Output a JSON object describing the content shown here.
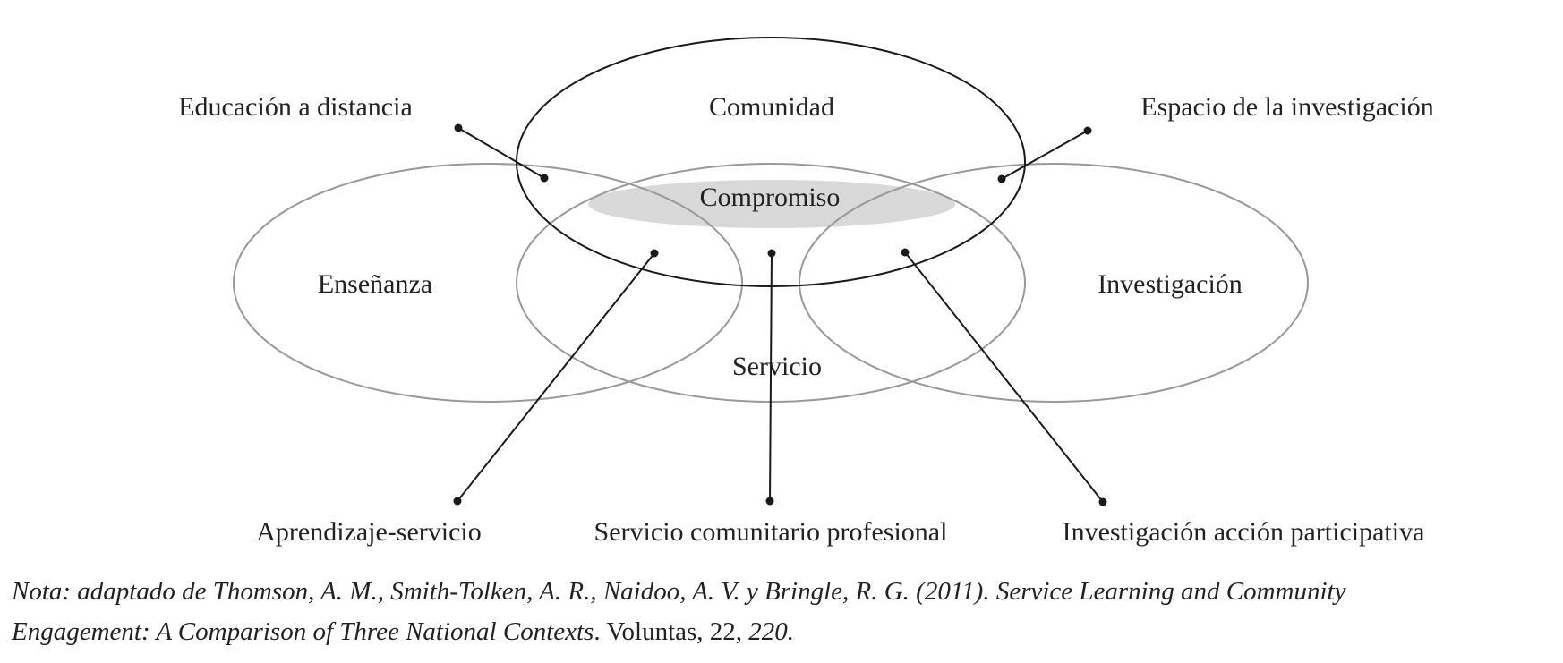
{
  "diagram": {
    "circles": {
      "top": "Comunidad",
      "left": "Enseñanza",
      "center": "Servicio",
      "right": "Investigación",
      "core": "Compromiso"
    },
    "callouts": {
      "top_left": "Educación a distancia",
      "top_right": "Espacio de la investigación",
      "bottom_left": "Aprendizaje-servicio",
      "bottom_center": "Servicio comunitario profesional",
      "bottom_right": "Investigación acción participativa"
    },
    "colors": {
      "outline_dark": "#1a1a1a",
      "outline_gray": "#999999",
      "core_fill": "#d9d9d9"
    }
  },
  "note": {
    "line1": "Nota: adaptado de Thomson, A. M., Smith-Tolken, A. R., Naidoo, A. V. y Bringle, R. G. (2011). Service Learning and Community",
    "line2_italic": "Engagement: A Comparison of Three National Contexts",
    "line2_sep": ". Voluntas, 22, ",
    "line2_end": "220."
  }
}
